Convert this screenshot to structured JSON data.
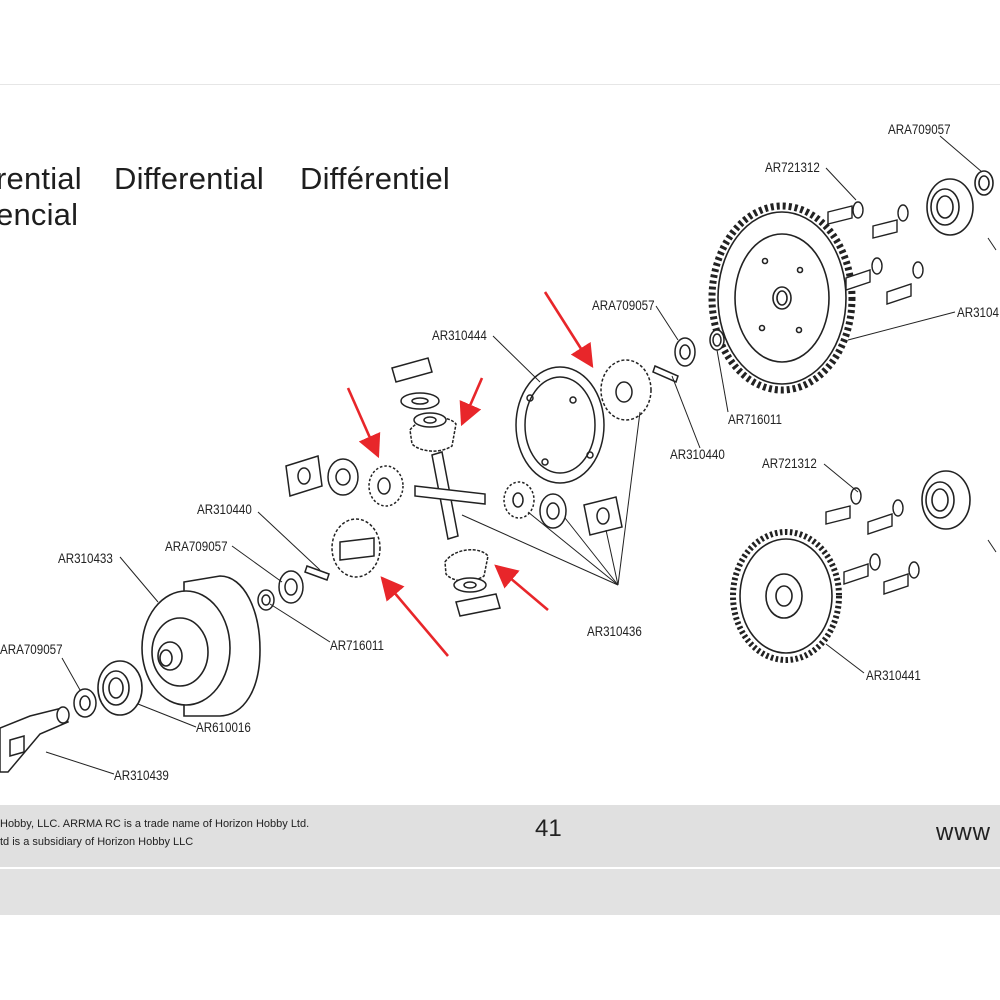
{
  "title": {
    "line1_col1": "rential",
    "line1_col2": "Differential",
    "line1_col3": "Différentiel",
    "line2_col1": "encial"
  },
  "parts": {
    "ara709057_top": "ARA709057",
    "ar721312_top": "AR721312",
    "ar3104_spur": "AR3104",
    "ara709057_mid": "ARA709057",
    "ar310444": "AR310444",
    "ar716011_mid": "AR716011",
    "ar310440_mid": "AR310440",
    "ar721312_mid": "AR721312",
    "ar310440_left": "AR310440",
    "ara709057_left": "ARA709057",
    "ar310433": "AR310433",
    "ar716011_left": "AR716011",
    "ar310436": "AR310436",
    "ar310441": "AR310441",
    "ara709057_bottom": "ARA709057",
    "ar610016": "AR610016",
    "ar310439": "AR310439"
  },
  "footer": {
    "copyright_line1": "Hobby, LLC. ARRMA RC is a trade name of Horizon Hobby Ltd.",
    "copyright_line2": "td is a subsidiary of Horizon Hobby LLC",
    "page_number": "41",
    "website": "www"
  },
  "colors": {
    "arrow": "#e8262a",
    "footer_band": "#e0e0e0"
  }
}
